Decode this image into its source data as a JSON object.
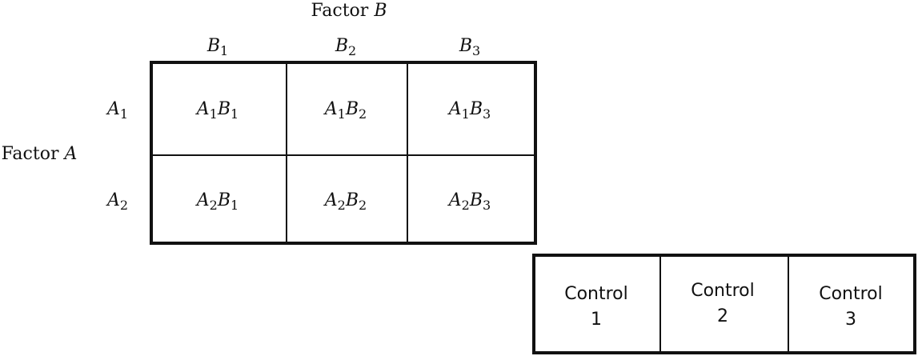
{
  "factor_b": {
    "word": "Factor",
    "symbol": "B"
  },
  "factor_a": {
    "word": "Factor",
    "symbol": "A"
  },
  "columns": [
    {
      "symbol": "B",
      "sub": "1"
    },
    {
      "symbol": "B",
      "sub": "2"
    },
    {
      "symbol": "B",
      "sub": "3"
    }
  ],
  "rows": [
    {
      "symbol": "A",
      "sub": "1"
    },
    {
      "symbol": "A",
      "sub": "2"
    }
  ],
  "cells": [
    [
      {
        "a": "A",
        "a_sub": "1",
        "b": "B",
        "b_sub": "1"
      },
      {
        "a": "A",
        "a_sub": "1",
        "b": "B",
        "b_sub": "2"
      },
      {
        "a": "A",
        "a_sub": "1",
        "b": "B",
        "b_sub": "3"
      }
    ],
    [
      {
        "a": "A",
        "a_sub": "2",
        "b": "B",
        "b_sub": "1"
      },
      {
        "a": "A",
        "a_sub": "2",
        "b": "B",
        "b_sub": "2"
      },
      {
        "a": "A",
        "a_sub": "2",
        "b": "B",
        "b_sub": "3"
      }
    ]
  ],
  "controls": [
    {
      "word": "Control",
      "number": "1"
    },
    {
      "word": "Control",
      "number": "2"
    },
    {
      "word": "Control",
      "number": "3"
    }
  ]
}
